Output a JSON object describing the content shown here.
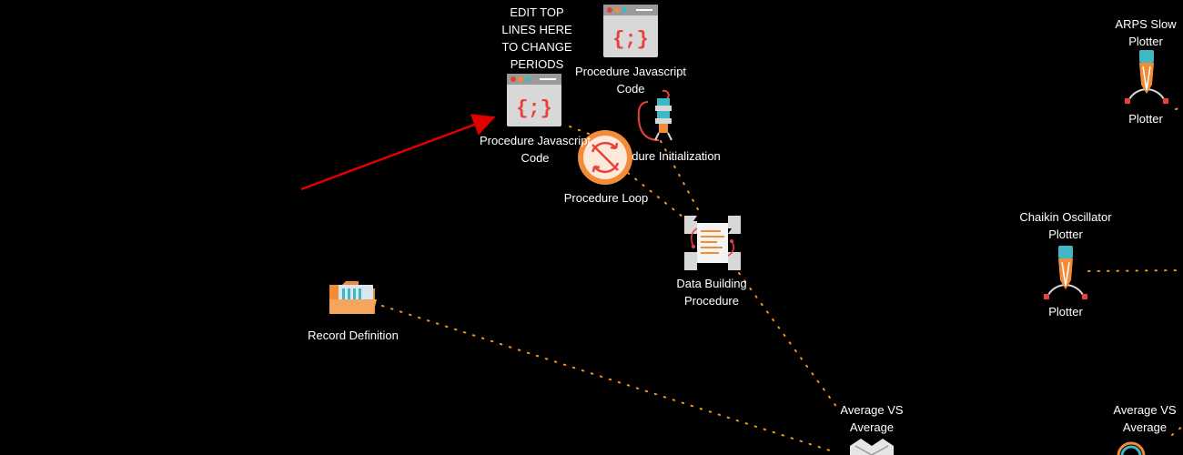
{
  "colors": {
    "background": "#000000",
    "text": "#ffffff",
    "connector_dot": "#f7931a",
    "arrow": "#e00000",
    "icon_red": "#e8413c",
    "icon_orange": "#f28c38",
    "icon_teal": "#3fb8c6",
    "icon_gray": "#d8d8d8"
  },
  "annotation": {
    "lines": [
      "EDIT TOP",
      "LINES HERE",
      "TO CHANGE",
      "PERIODS"
    ]
  },
  "nodes": {
    "proc_js_top": {
      "icon": "code-window-icon",
      "lines": [
        "Procedure Javascript",
        "Code"
      ]
    },
    "proc_js_main": {
      "icon": "code-window-icon",
      "lines": [
        "Procedure Javascript",
        "Code"
      ]
    },
    "proc_init": {
      "icon": "robot-arm-icon",
      "lines": [
        "dure Initialization"
      ]
    },
    "proc_loop": {
      "icon": "loop-icon",
      "lines": [
        "Procedure Loop"
      ]
    },
    "data_building": {
      "icon": "data-building-icon",
      "lines": [
        "Data Building",
        "Procedure"
      ]
    },
    "record_def": {
      "icon": "folder-icon",
      "lines": [
        "Record Definition"
      ]
    },
    "avg_vs_avg": {
      "icon": "box-icon",
      "lines": [
        "Average VS",
        "Average"
      ]
    },
    "arps_slow": {
      "icon": "pen-nib-icon",
      "title": [
        "ARPS Slow",
        "Plotter"
      ],
      "lines": [
        "Plotter"
      ]
    },
    "chaikin": {
      "icon": "pen-nib-icon",
      "title": [
        "Chaikin Oscillator",
        "Plotter"
      ],
      "lines": [
        "Plotter"
      ]
    },
    "avg_vs_avg_right": {
      "icon": "gauge-icon",
      "lines": [
        "Average VS",
        "Average"
      ]
    }
  }
}
